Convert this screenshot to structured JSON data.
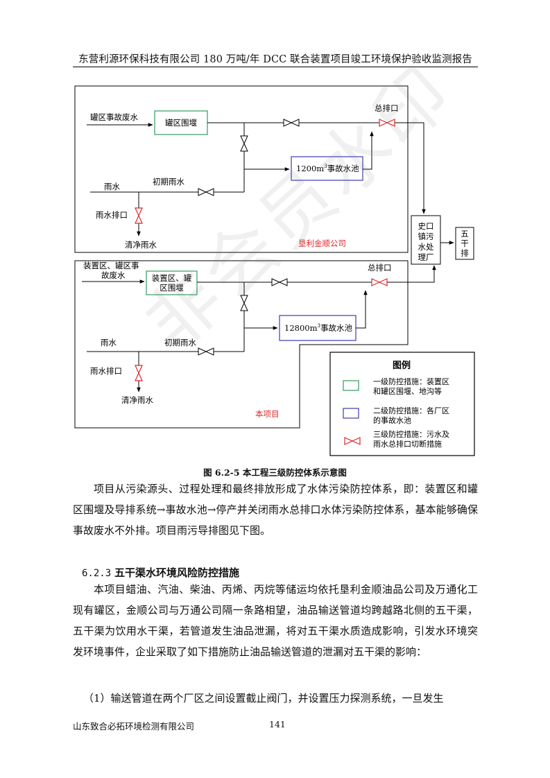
{
  "header": {
    "title": "东营利源环保科技有限公司 180 万吨/年 DCC 联合装置项目竣工环境保护验收监测报告"
  },
  "diagram": {
    "top_section": {
      "input_label": "罐区事故废水",
      "level1_box": "罐区围堰",
      "outlet_label": "总排口",
      "pool_box": "1200m",
      "pool_sup": "3",
      "pool_suffix": "事故水池",
      "rain_label": "雨水",
      "early_rain_label": "初期雨水",
      "rain_outlet_label": "雨水排口",
      "clean_rain_label": "清净雨水",
      "company_label": "垦利金顺公司"
    },
    "bottom_section": {
      "input_label_line1": "装置区、罐区事",
      "input_label_line2": "故废水",
      "level1_box_line1": "装置区、罐",
      "level1_box_line2": "区围堰",
      "outlet_label": "总排口",
      "pool_box": "12800m",
      "pool_sup": "3",
      "pool_suffix": "事故水池",
      "rain_label": "雨水",
      "early_rain_label": "初期雨水",
      "rain_outlet_label": "雨水排口",
      "clean_rain_label": "清净雨水",
      "project_label": "本项目"
    },
    "plant_box": {
      "lines": [
        "史口",
        "镇污",
        "水处",
        "理厂"
      ]
    },
    "canal_box": {
      "lines": [
        "五",
        "干",
        "排"
      ]
    },
    "legend": {
      "title": "图例",
      "items": [
        {
          "line1": "一级防控措施：装置区",
          "line2": "和罐区围堰、地沟等",
          "color": "#2e9c5e"
        },
        {
          "line1": "二级防控措施：各厂区",
          "line2": "的事故水池",
          "color": "#3b3bb0"
        },
        {
          "line1": "三级防控措施：污水及",
          "line2": "雨水总排口切断措施",
          "color": "#e0262b"
        }
      ]
    },
    "red_label_color": "#e0262b"
  },
  "figure_caption": "图 6.2-5  本工程三级防控体系示意图",
  "paragraph1": "项目从污染源头、过程处理和最终排放形成了水体污染防控体系，即：装置区和罐区围堰及导排系统→事故水池→停产并关闭雨水总排口水体污染防控体系，基本能够确保事故废水不外排。项目雨污导排图见下图。",
  "section": {
    "number": "6.2.3",
    "title": "五干渠水环境风险防控措施"
  },
  "paragraph2": "本项目蜡油、汽油、柴油、丙烯、丙烷等储运均依托垦利金顺油品公司及万通化工现有罐区，金顺公司与万通公司隔一条路相望，油品输送管道均跨越路北侧的五干渠，五干渠为饮用水干渠，若管道发生油品泄漏，将对五干渠水质造成影响，引发水环境突发环境事件，企业采取了如下措施防止油品输送管道的泄漏对五干渠的影响：",
  "paragraph3": "（1）输送管道在两个厂区之间设置截止阀门，并设置压力探测系统，一旦发生",
  "footer": {
    "company": "山东致合必拓环境检测有限公司",
    "page": "141"
  },
  "watermark": "非会员水印"
}
